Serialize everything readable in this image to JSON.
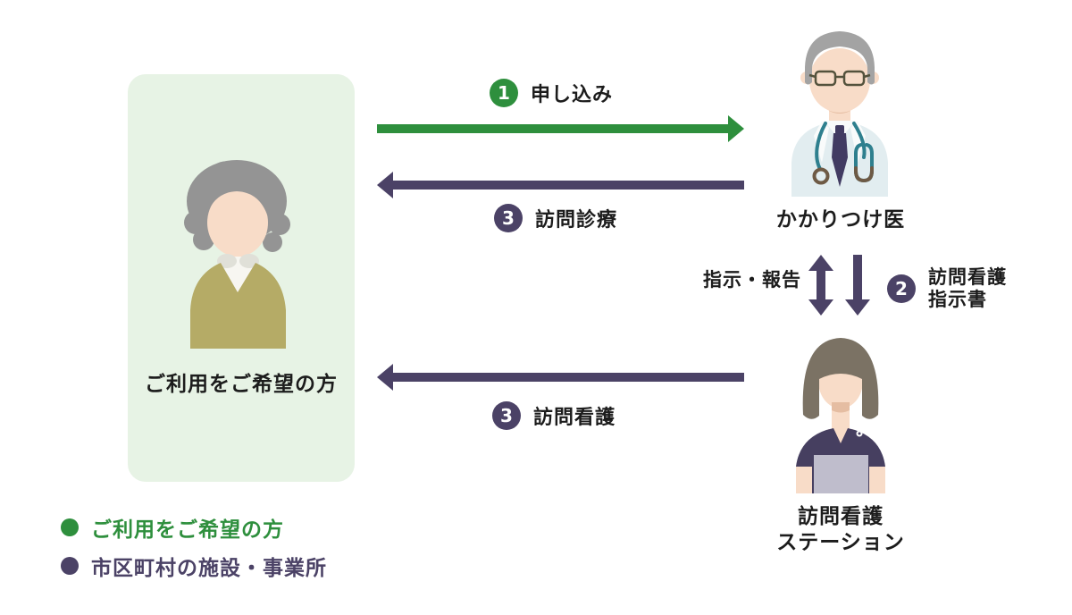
{
  "colors": {
    "green": "#2e8f3d",
    "purple": "#4b4266",
    "box_bg": "#e7f3e5",
    "text": "#1c1c1c",
    "skin": "#f8dcc8",
    "skin_shadow": "#e5bda2",
    "elder_hair": "#949494",
    "doctor_hair": "#a3a3a3",
    "nurse_hair": "#7b7264",
    "cardigan": "#b5ab66",
    "shirt": "#f7f6f1",
    "collar": "#e0e0d8",
    "coat": "#e2edf0",
    "lapel": "#f9fbfb",
    "tie": "#413b62",
    "stethoscope": "#2e7f8e",
    "stethoscope_metal": "#6e5a45",
    "scrub": "#463f60",
    "clipboard": "#bfbdcc"
  },
  "patient": {
    "label": "ご利用をご希望の方"
  },
  "doctor": {
    "label": "かかりつけ医"
  },
  "nurse": {
    "label_line1": "訪問看護",
    "label_line2": "ステーション"
  },
  "steps": {
    "apply": {
      "number": "1",
      "label": "申し込み"
    },
    "nursing_instruction": {
      "number": "2",
      "label_line1": "訪問看護",
      "label_line2": "指示書"
    },
    "home_medical_visit": {
      "number": "3",
      "label": "訪問診療"
    },
    "home_nursing_visit": {
      "number": "3",
      "label": "訪問看護"
    },
    "instruction_report_label": "指示・報告"
  },
  "legend": {
    "items": [
      {
        "label": "ご利用をご希望の方"
      },
      {
        "label": "市区町村の施設・事業所"
      }
    ]
  }
}
